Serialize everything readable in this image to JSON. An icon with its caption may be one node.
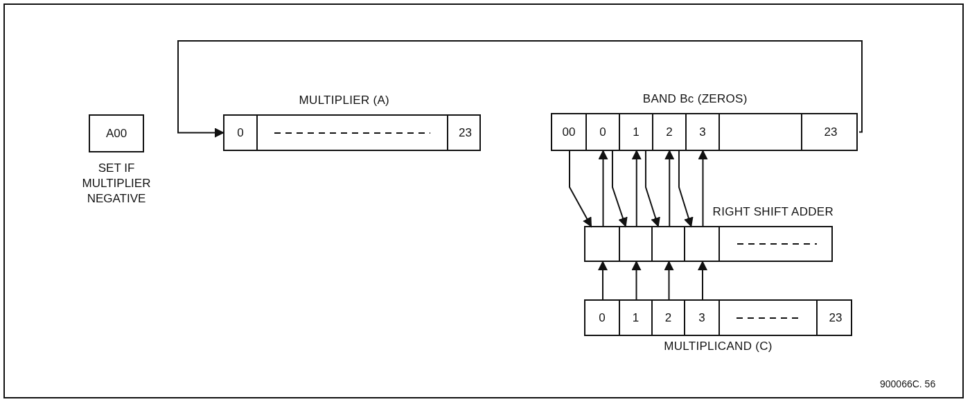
{
  "diagram": {
    "nodes": [
      {
        "text": [
          "A00"
        ],
        "beside": [
          "SET IF MULTIPLIER NEGATIVE"
        ]
      },
      {
        "text": [
          "MULTIPLIER (A)"
        ]
      },
      {
        "text": [
          "0"
        ],
        "in": 1
      },
      {
        "text": [],
        "shape": "box",
        "in": 1
      },
      {
        "text": [
          "23"
        ],
        "in": 1
      },
      {
        "text": [
          "BAND Bc (ZEROS)"
        ]
      },
      {
        "text": [
          "00"
        ],
        "in": 5
      },
      {
        "text": [
          "0"
        ],
        "in": 5
      },
      {
        "text": [
          "1"
        ],
        "in": 5
      },
      {
        "text": [
          "2"
        ],
        "in": 5
      },
      {
        "text": [
          "3"
        ],
        "in": 5
      },
      {
        "text": [],
        "shape": "box",
        "in": 5
      },
      {
        "text": [
          "23"
        ],
        "in": 5
      },
      {
        "text": [
          "RIGHT SHIFT ADDER"
        ]
      },
      {
        "text": [],
        "shape": "box",
        "in": 13
      },
      {
        "text": [],
        "shape": "box",
        "in": 13
      },
      {
        "text": [],
        "shape": "box",
        "in": 13
      },
      {
        "text": [],
        "shape": "box",
        "in": 13
      },
      {
        "text": [],
        "shape": "box",
        "in": 13
      },
      {
        "text": [
          "MULTIPLICAND (C)"
        ]
      },
      {
        "text": [
          "0"
        ],
        "in": 19
      },
      {
        "text": [
          "1"
        ],
        "in": 19
      },
      {
        "text": [
          "2"
        ],
        "in": 19
      },
      {
        "text": [
          "3"
        ],
        "in": 19
      },
      {
        "text": [],
        "shape": "box",
        "in": 19
      },
      {
        "text": [
          "23"
        ],
        "in": 19
      }
    ],
    "edges": [
      {
        "from": 12,
        "to": 2,
        "arrow": "to"
      },
      {
        "from": 6,
        "to": 14,
        "arrow": "to"
      },
      {
        "from": 14,
        "to": 7,
        "arrow": "to"
      },
      {
        "from": 7,
        "to": 15,
        "arrow": "to"
      },
      {
        "from": 15,
        "to": 8,
        "arrow": "to"
      },
      {
        "from": 8,
        "to": 16,
        "arrow": "to"
      },
      {
        "from": 16,
        "to": 9,
        "arrow": "to"
      },
      {
        "from": 9,
        "to": 17,
        "arrow": "to"
      },
      {
        "from": 17,
        "to": 10,
        "arrow": "to"
      },
      {
        "from": 20,
        "to": 14,
        "arrow": "to"
      },
      {
        "from": 21,
        "to": 15,
        "arrow": "to"
      },
      {
        "from": 22,
        "to": 16,
        "arrow": "to"
      },
      {
        "from": 23,
        "to": 17,
        "arrow": "to"
      }
    ],
    "labels": [
      "900066C. 56"
    ]
  }
}
